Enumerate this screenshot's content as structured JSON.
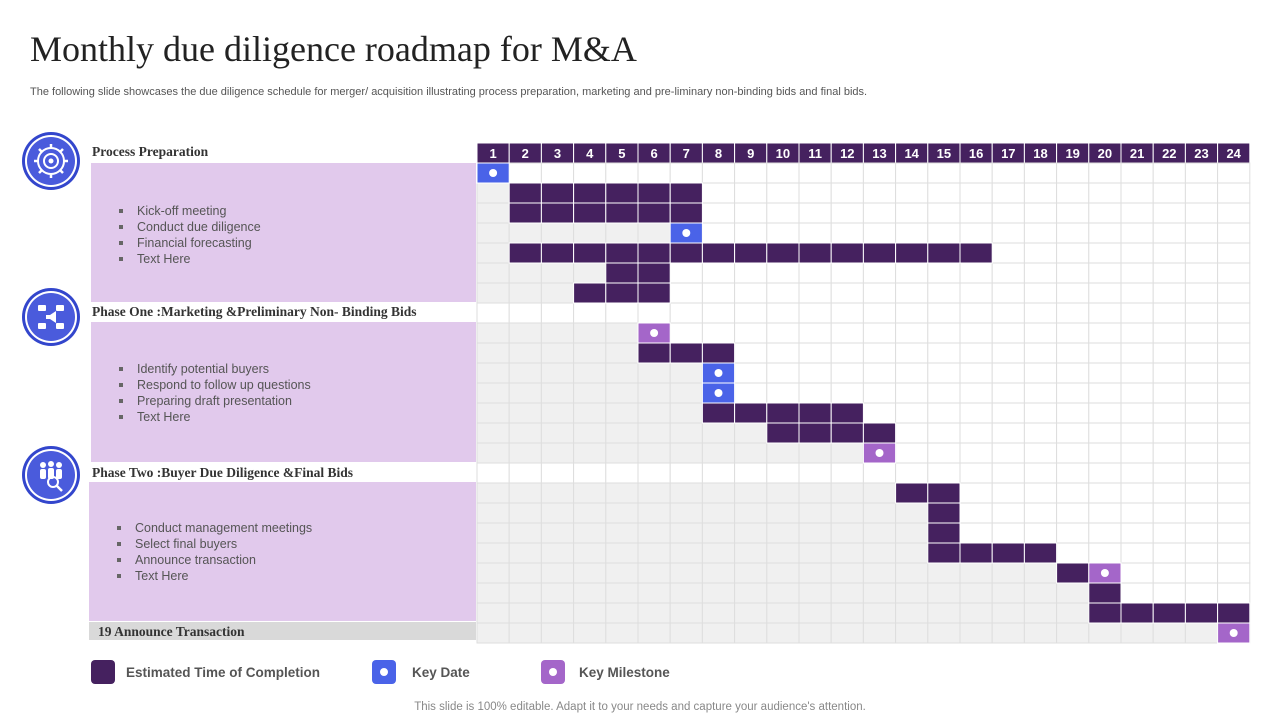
{
  "title": "Monthly due diligence roadmap for M&A",
  "subtitle": "The following slide showcases the due diligence schedule for merger/ acquisition illustrating process preparation, marketing and pre-liminary non-binding bids and final bids.",
  "phases": [
    {
      "title": "Process Preparation",
      "icon": "settings-gear-icon",
      "items": [
        "Kick-off meeting",
        "Conduct due diligence",
        "Financial forecasting",
        "Text Here"
      ]
    },
    {
      "title": "Phase One :Marketing &Preliminary Non- Binding Bids",
      "icon": "marketing-icon",
      "items": [
        "Identify potential buyers",
        "Respond to follow up questions",
        "Preparing draft presentation",
        "Text Here"
      ]
    },
    {
      "title": "Phase Two :Buyer Due Diligence &Final Bids",
      "icon": "team-search-icon",
      "items": [
        "Conduct management meetings",
        "Select final buyers",
        "Announce transaction",
        "Text Here"
      ]
    }
  ],
  "final_row_label": "19 Announce Transaction",
  "colors": {
    "header": "#45215f",
    "bar": "#45215f",
    "key_date": "#4a63e8",
    "key_milestone": "#a466c9",
    "phase_fill": "#e1c9ec",
    "icon_circle": "#4a5bdc"
  },
  "chart_data": {
    "type": "gantt",
    "months": [
      "1",
      "2",
      "3",
      "4",
      "5",
      "6",
      "7",
      "8",
      "9",
      "10",
      "11",
      "12",
      "13",
      "14",
      "15",
      "16",
      "17",
      "18",
      "19",
      "20",
      "21",
      "22",
      "23",
      "24"
    ],
    "rows": [
      {
        "type": "key_date",
        "month": 1
      },
      {
        "type": "bar",
        "start": 2,
        "end": 7
      },
      {
        "type": "bar",
        "start": 2,
        "end": 7
      },
      {
        "type": "key_date",
        "month": 7
      },
      {
        "type": "bar",
        "start": 2,
        "end": 16
      },
      {
        "type": "bar",
        "start": 5,
        "end": 6
      },
      {
        "type": "bar",
        "start": 4,
        "end": 6
      },
      {
        "type": "phase_header"
      },
      {
        "type": "milestone",
        "month": 6
      },
      {
        "type": "bar",
        "start": 6,
        "end": 8
      },
      {
        "type": "key_date",
        "month": 8
      },
      {
        "type": "key_date",
        "month": 8
      },
      {
        "type": "bar",
        "start": 8,
        "end": 12
      },
      {
        "type": "bar",
        "start": 10,
        "end": 13
      },
      {
        "type": "milestone",
        "month": 13
      },
      {
        "type": "phase_header"
      },
      {
        "type": "bar",
        "start": 14,
        "end": 15
      },
      {
        "type": "bar",
        "start": 15,
        "end": 15
      },
      {
        "type": "bar",
        "start": 15,
        "end": 15
      },
      {
        "type": "bar",
        "start": 15,
        "end": 18
      },
      {
        "type": "bar",
        "start": 19,
        "end": 19,
        "milestone": 20
      },
      {
        "type": "bar",
        "start": 20,
        "end": 20
      },
      {
        "type": "bar",
        "start": 20,
        "end": 24
      },
      {
        "type": "milestone",
        "month": 24
      }
    ]
  },
  "legend": [
    {
      "label": "Estimated Time of Completion",
      "color": "#45215f",
      "dot": false
    },
    {
      "label": "Key Date",
      "color": "#4a63e8",
      "dot": true
    },
    {
      "label": "Key Milestone",
      "color": "#a466c9",
      "dot": true
    }
  ],
  "footer": "This slide is 100% editable. Adapt it to your needs and capture your audience's attention."
}
